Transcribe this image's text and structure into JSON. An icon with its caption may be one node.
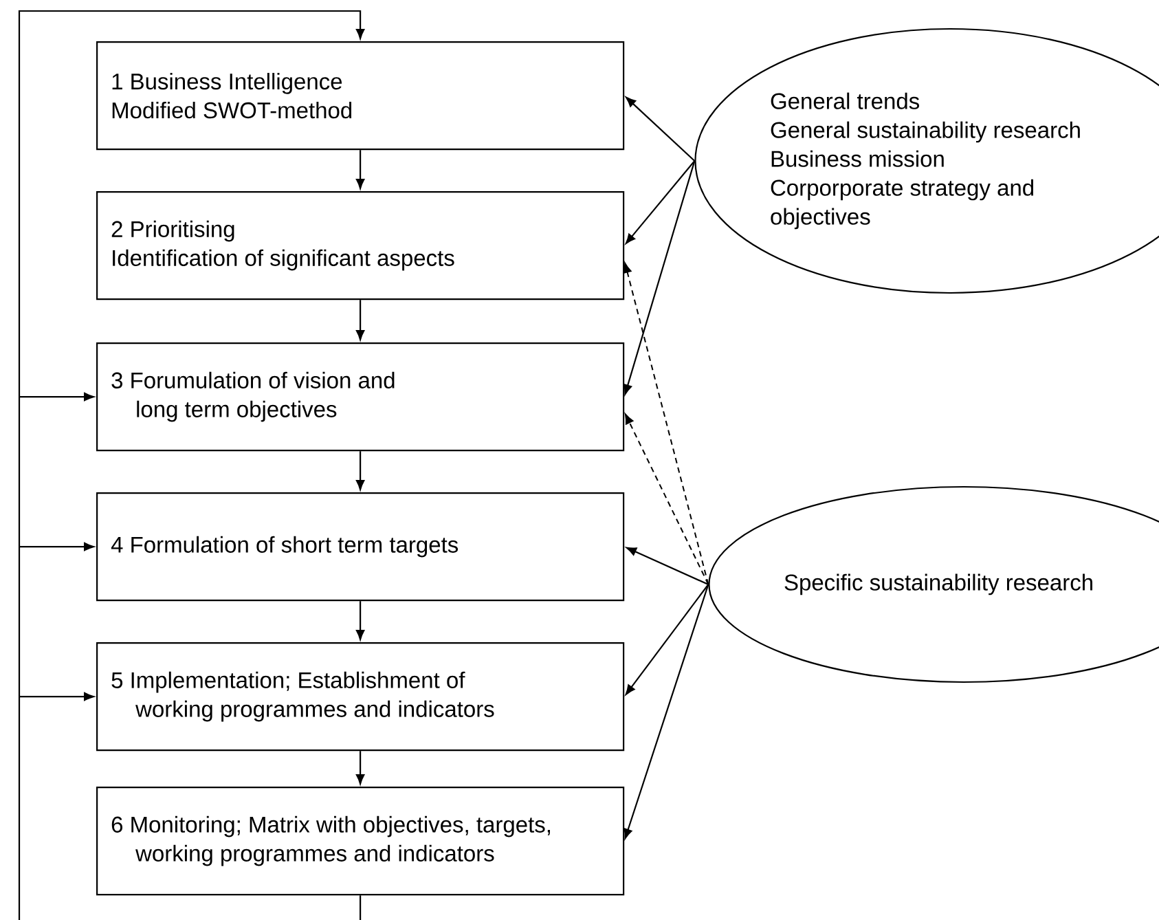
{
  "diagram": {
    "nodes": [
      {
        "text": [
          "1 Business Intelligence",
          "Modified SWOT-method"
        ]
      },
      {
        "text": [
          "2 Prioritising",
          "Identification of significant aspects"
        ]
      },
      {
        "text": [
          "3 Forumulation of vision and long term objectives"
        ]
      },
      {
        "text": [
          "4 Formulation of short term targets"
        ]
      },
      {
        "text": [
          "5 Implementation; Establishment of working programmes and indicators"
        ]
      },
      {
        "text": [
          "6 Monitoring; Matrix with objectives, targets, working programmes and indicators"
        ]
      },
      {
        "text": [
          "General trends",
          "General  sustainability research",
          "Business mission",
          "Corporporate strategy and objectives"
        ]
      },
      {
        "text": [
          "Specific sustainability research"
        ]
      }
    ],
    "edges": [
      {
        "from": 0,
        "to": 1,
        "arrow": "to"
      },
      {
        "from": 1,
        "to": 2,
        "arrow": "to"
      },
      {
        "from": 2,
        "to": 3,
        "arrow": "to"
      },
      {
        "from": 3,
        "to": 4,
        "arrow": "to"
      },
      {
        "from": 4,
        "to": 5,
        "arrow": "to"
      },
      {
        "from": 5,
        "to": 0,
        "arrow": "to"
      },
      {
        "from": 5,
        "to": 2,
        "arrow": "to"
      },
      {
        "from": 5,
        "to": 3,
        "arrow": "to"
      },
      {
        "from": 5,
        "to": 4,
        "arrow": "to"
      },
      {
        "from": 6,
        "to": 0,
        "arrow": "to"
      },
      {
        "from": 6,
        "to": 1,
        "arrow": "to"
      },
      {
        "from": 6,
        "to": 2,
        "arrow": "to"
      },
      {
        "from": 7,
        "to": 1,
        "arrow": "to",
        "style": "dashed"
      },
      {
        "from": 7,
        "to": 2,
        "arrow": "to",
        "style": "dashed"
      },
      {
        "from": 7,
        "to": 3,
        "arrow": "to"
      },
      {
        "from": 7,
        "to": 4,
        "arrow": "to"
      },
      {
        "from": 7,
        "to": 5,
        "arrow": "to"
      }
    ]
  }
}
